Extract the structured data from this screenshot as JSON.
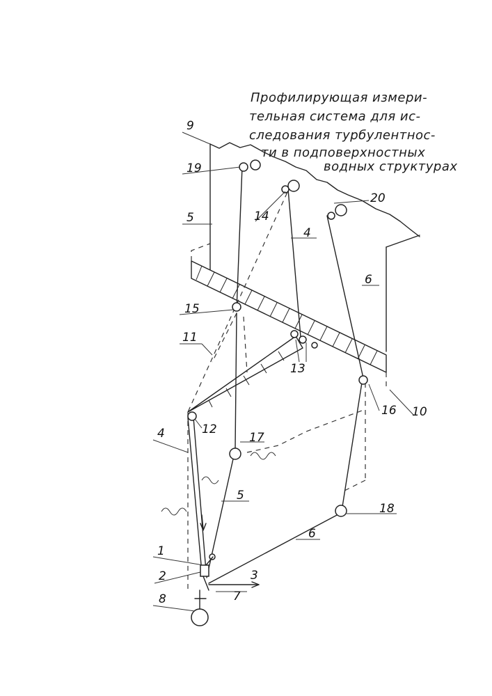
{
  "title": {
    "lines": [
      "Профилирующая измери-",
      "тельная система для ис-",
      "следования турбулентнос-",
      "ти в подповерхностных",
      "водных структурах"
    ]
  },
  "labels": {
    "l1": "1",
    "l2": "2",
    "l3": "3",
    "l4a": "4",
    "l4b": "4",
    "l5a": "5",
    "l5b": "5",
    "l6a": "6",
    "l6b": "6",
    "l7": "7",
    "l8": "8",
    "l9": "9",
    "l10": "10",
    "l11": "11",
    "l12": "12",
    "l13": "13",
    "l14": "14",
    "l15": "15",
    "l16": "16",
    "l17": "17",
    "l18": "18",
    "l19": "19",
    "l20": "20"
  }
}
